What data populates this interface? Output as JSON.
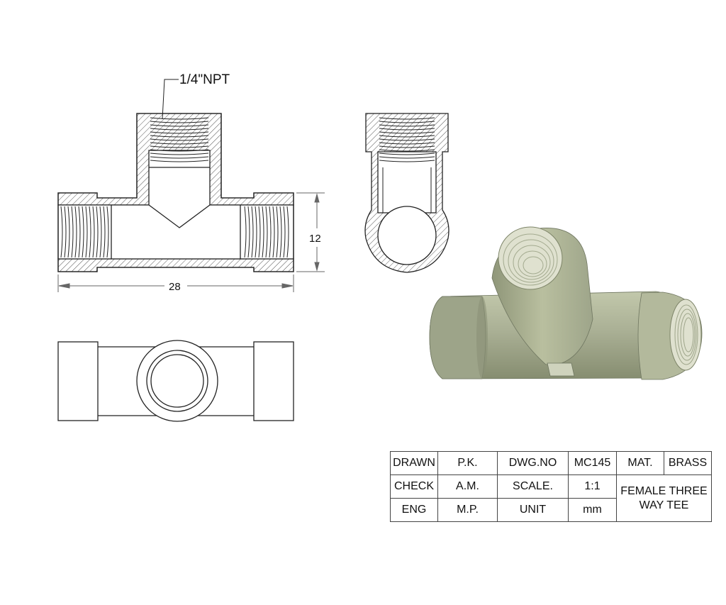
{
  "annotations": {
    "thread_label": "1/4\"NPT",
    "height_dim": "12",
    "length_dim": "28"
  },
  "title_block": {
    "drawn_label": "DRAWN",
    "drawn_value": "P.K.",
    "dwg_label": "DWG.NO",
    "dwg_value": "MC145",
    "mat_label": "MAT.",
    "mat_value": "BRASS",
    "check_label": "CHECK",
    "check_value": "A.M.",
    "scale_label": "SCALE.",
    "scale_value": "1:1",
    "eng_label": "ENG",
    "eng_value": "M.P.",
    "unit_label": "UNIT",
    "unit_value": "mm",
    "title_line1": "FEMALE THREE",
    "title_line2": "WAY TEE"
  },
  "colors": {
    "line": "#222222",
    "hatch": "#555555",
    "body_shade": "#aab095",
    "body_light": "#c9ceb5",
    "body_dark": "#7d8468",
    "thread_light": "#dfe1cf"
  }
}
